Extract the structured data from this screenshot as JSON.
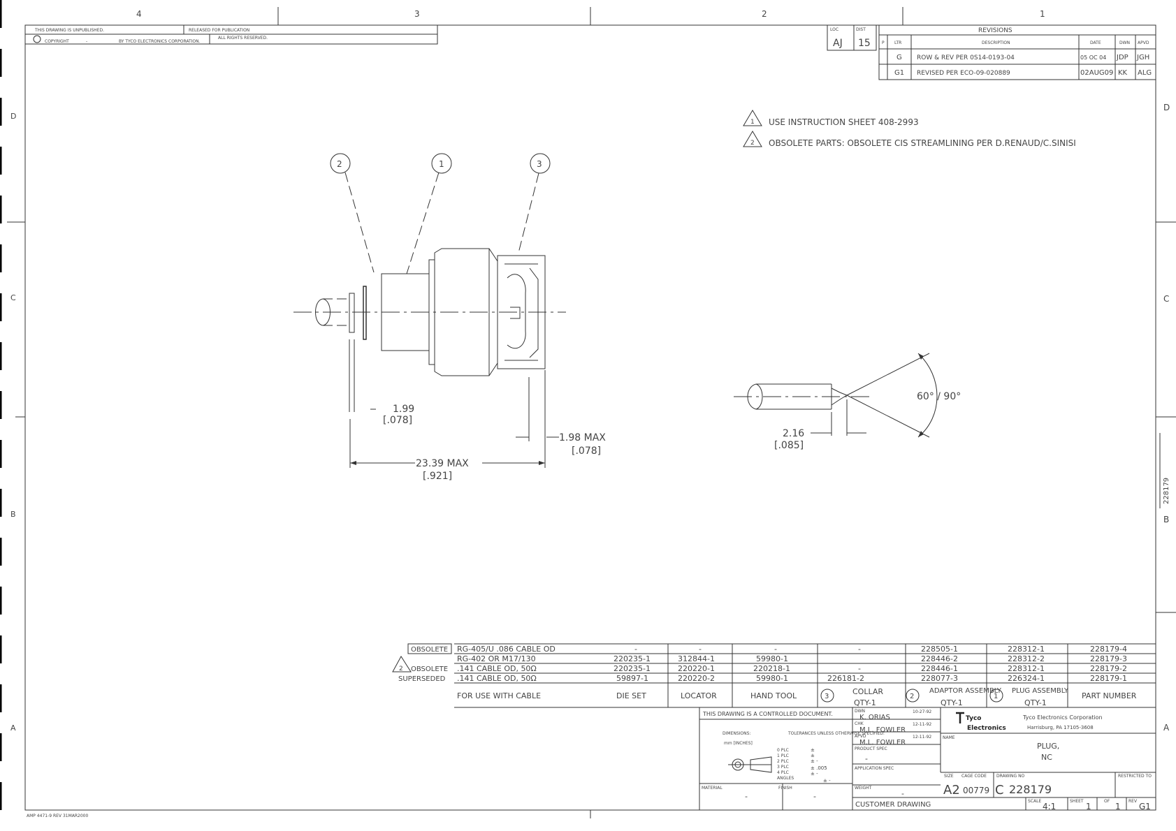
{
  "zones": {
    "top": [
      "4",
      "3",
      "2",
      "1"
    ],
    "side_left": [
      "D",
      "C",
      "B",
      "A"
    ],
    "side_right": [
      "D",
      "C",
      "B",
      "A"
    ]
  },
  "header_left": {
    "unpublished": "THIS DRAWING IS UNPUBLISHED.",
    "released": "RELEASED FOR PUBLICATION",
    "copyright": "COPYRIGHT",
    "copyright_dash": "-",
    "by": "BY TYCO ELECTRONICS CORPORATION.",
    "rights": "ALL RIGHTS RESERVED."
  },
  "loc_dist": {
    "loc_label": "LOC",
    "loc": "AJ",
    "dist_label": "DIST",
    "dist": "15"
  },
  "revisions": {
    "title": "REVISIONS",
    "headers": [
      "P",
      "LTR",
      "DESCRIPTION",
      "DATE",
      "DWN",
      "APVD"
    ],
    "rows": [
      {
        "ltr": "G",
        "desc": "ROW & REV PER 0S14-0193-04",
        "date": "05 OC 04",
        "dwn": "JDP",
        "apvd": "JGH"
      },
      {
        "ltr": "G1",
        "desc": "REVISED PER ECO-09-020889",
        "date": "02AUG09",
        "dwn": "KK",
        "apvd": "ALG"
      }
    ]
  },
  "notes": [
    {
      "num": "1",
      "text": "USE INSTRUCTION SHEET 408-2993"
    },
    {
      "num": "2",
      "text": "OBSOLETE PARTS: OBSOLETE CIS STREAMLINING PER D.RENAUD/C.SINISI"
    }
  ],
  "balloons": [
    "2",
    "1",
    "3"
  ],
  "dims": {
    "d1": "1.99",
    "d1i": "[.078]",
    "d2": "1.98 MAX",
    "d2i": "[.078]",
    "d3": "23.39 MAX",
    "d3i": "[.921]",
    "d4": "2.16",
    "d4i": "[.085]",
    "angle": "60° / 90°"
  },
  "side_tab": "228179",
  "parts_table": {
    "rows": [
      {
        "status": "OBSOLETE",
        "cable": "RG-405/U .086 CABLE OD",
        "die": "-",
        "locator": "-",
        "tool": "-",
        "collar": "-",
        "adaptor": "228505-1",
        "plug": "228312-1",
        "part": "228179-4"
      },
      {
        "status": "",
        "cable": "RG-402 OR M17/130",
        "die": "220235-1",
        "locator": "312844-1",
        "tool": "59980-1",
        "collar": "",
        "adaptor": "228446-2",
        "plug": "228312-2",
        "part": "228179-3"
      },
      {
        "status": "OBSOLETE",
        "cable": ".141 CABLE OD, 50Ω",
        "die": "220235-1",
        "locator": "220220-1",
        "tool": "220218-1",
        "collar": "-",
        "adaptor": "228446-1",
        "plug": "228312-1",
        "part": "228179-2"
      },
      {
        "status": "SUPERSEDED",
        "cable": ".141 CABLE OD, 50Ω",
        "die": "59897-1",
        "locator": "220220-2",
        "tool": "59980-1",
        "collar": "226181-2",
        "adaptor": "228077-3",
        "plug": "226324-1",
        "part": "228179-1"
      }
    ],
    "headers": {
      "cable": "FOR USE WITH CABLE",
      "die": "DIE SET",
      "locator": "LOCATOR",
      "tool": "HAND TOOL",
      "collar_num": "3",
      "collar": "COLLAR",
      "collar_qty": "QTY-1",
      "adaptor_num": "2",
      "adaptor": "ADAPTOR ASSEMBLY",
      "adaptor_qty": "QTY-1",
      "plug_num": "1",
      "plug": "PLUG ASSEMBLY",
      "plug_qty": "QTY-1",
      "part": "PART NUMBER"
    }
  },
  "title_block": {
    "controlled": "THIS DRAWING IS A CONTROLLED DOCUMENT.",
    "dimensions": "DIMENSIONS:",
    "mm_inches": "mm [INCHES]",
    "tolerances": "TOLERANCES UNLESS OTHERWISE SPECIFIED:",
    "plc": [
      "0 PLC",
      "1 PLC",
      "2 PLC",
      "3 PLC",
      "4 PLC",
      "ANGLES"
    ],
    "tol": [
      "±",
      "±",
      "± -",
      "± .005",
      "± -",
      "± -"
    ],
    "material": "MATERIAL",
    "material_val": "-",
    "finish": "FINISH",
    "finish_val": "-",
    "dwn_label": "DWN",
    "dwn": "K. ORIAS",
    "dwn_date": "10-27-92",
    "chk_label": "CHK",
    "chk": "M.L. FOWLER",
    "chk_date": "12-11-92",
    "apvd_label": "APVD",
    "apvd": "M.L. FOWLER",
    "apvd_date": "12-11-92",
    "product_spec": "PRODUCT SPEC",
    "product_spec_val": "-",
    "application_spec": "APPLICATION SPEC",
    "weight": "WEIGHT",
    "weight_val": "-",
    "customer": "CUSTOMER DRAWING",
    "company": "Tyco Electronics Corporation",
    "address": "Harrisburg, PA 17105-3608",
    "logo_top": "Tyco",
    "logo_bottom": "Electronics",
    "name_label": "NAME",
    "name1": "PLUG,",
    "name2": "NC",
    "size_label": "SIZE",
    "size": "A2",
    "cage_label": "CAGE CODE",
    "cage": "00779",
    "dwg_label": "DRAWING NO",
    "dwg_prefix": "C",
    "dwg": "228179",
    "restricted": "RESTRICTED TO",
    "scale_label": "SCALE",
    "scale": "4:1",
    "sheet_label": "SHEET",
    "sheet": "1",
    "of_label": "OF",
    "of": "1",
    "rev_label": "REV",
    "rev": "G1"
  },
  "footer": "AMP 4471-9 REV 31MAR2000"
}
